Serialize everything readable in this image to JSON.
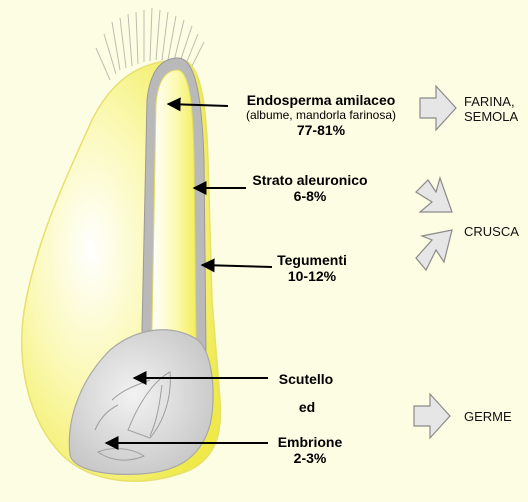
{
  "labels": {
    "endosperma": {
      "name": "Endosperma amilaceo",
      "detail": "(albume, mandorla farinosa)",
      "percent": "77-81%"
    },
    "strato": {
      "name": "Strato aleuronico",
      "percent": "6-8%"
    },
    "tegumenti": {
      "name": "Tegumenti",
      "percent": "10-12%"
    },
    "scutello": {
      "name": "Scutello",
      "conj": "ed"
    },
    "embrione": {
      "name": "Embrione",
      "percent": "2-3%"
    }
  },
  "outputs": {
    "farina_line1": "FARINA,",
    "farina_line2": "SEMOLA",
    "crusca": "CRUSCA",
    "germe": "GERME"
  },
  "colors": {
    "background": "#fdfde4",
    "grain_yellow": "#f6f26a",
    "aleurone_gray": "#b4b4b4",
    "embryo_gray": "#c8c8c8",
    "arrow_fill": "#e6e6e6"
  }
}
